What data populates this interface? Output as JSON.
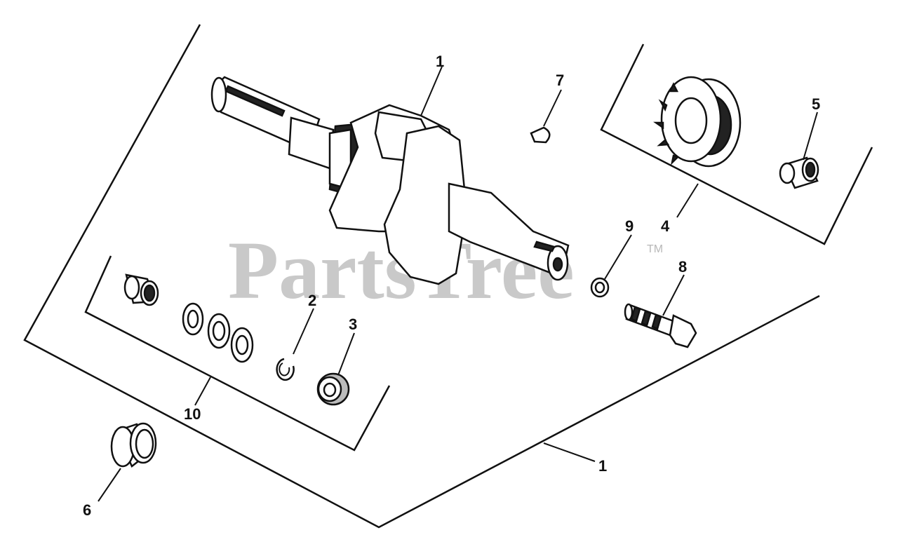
{
  "watermark": {
    "text": "PartsTree",
    "mark": "TM"
  },
  "callouts": [
    {
      "id": "c1-crank",
      "label": "1"
    },
    {
      "id": "c7",
      "label": "7"
    },
    {
      "id": "c5",
      "label": "5"
    },
    {
      "id": "c4",
      "label": "4"
    },
    {
      "id": "c9",
      "label": "9"
    },
    {
      "id": "c8",
      "label": "8"
    },
    {
      "id": "c2",
      "label": "2"
    },
    {
      "id": "c3",
      "label": "3"
    },
    {
      "id": "c10",
      "label": "10"
    },
    {
      "id": "c1-kit",
      "label": "1"
    },
    {
      "id": "c6",
      "label": "6"
    }
  ],
  "colors": {
    "ink": "#111111",
    "watermark": "#b8b8b8",
    "background": "#ffffff"
  }
}
